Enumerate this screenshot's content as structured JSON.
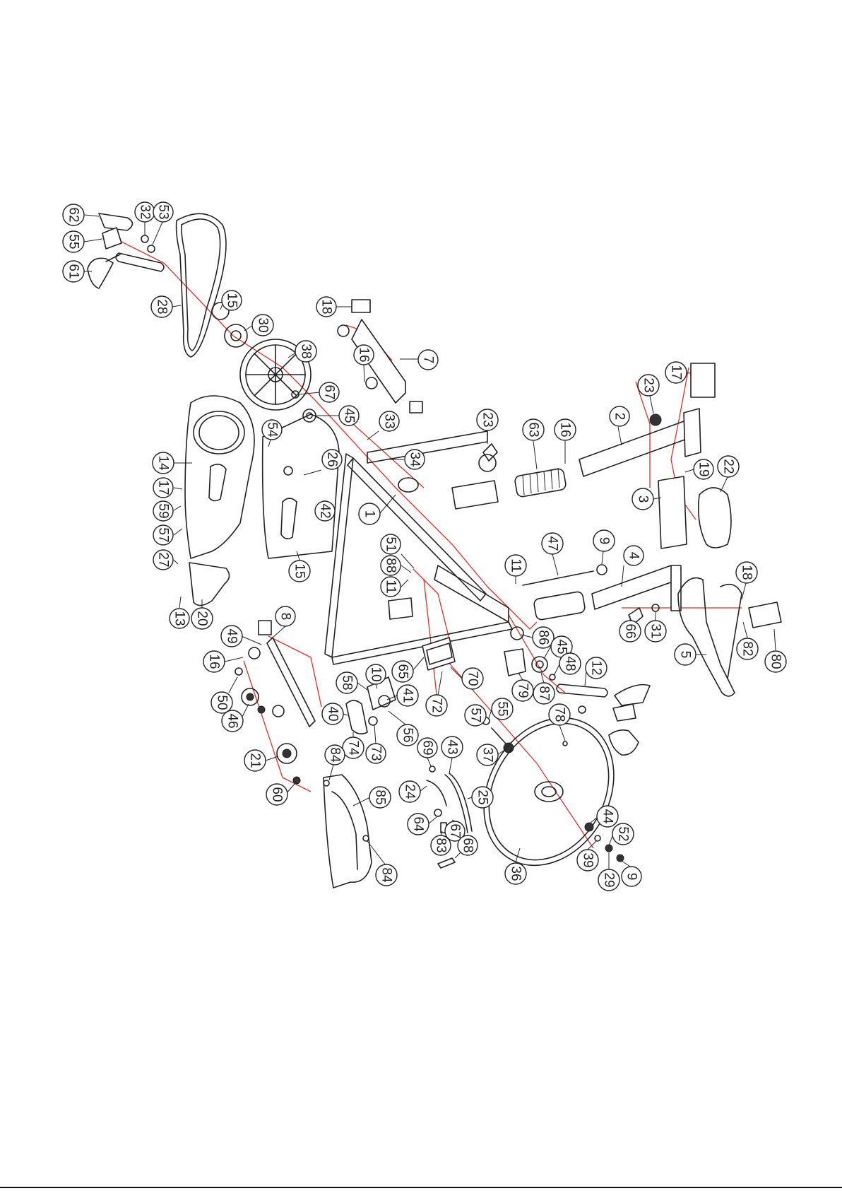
{
  "diagram": {
    "callouts": [
      {
        "label": "62"
      },
      {
        "label": "32"
      },
      {
        "label": "53"
      },
      {
        "label": "55"
      },
      {
        "label": "61"
      },
      {
        "label": "28"
      },
      {
        "label": "15"
      },
      {
        "label": "30"
      },
      {
        "label": "38"
      },
      {
        "label": "18"
      },
      {
        "label": "16"
      },
      {
        "label": "7"
      },
      {
        "label": "17"
      },
      {
        "label": "23"
      },
      {
        "label": "67"
      },
      {
        "label": "45"
      },
      {
        "label": "33"
      },
      {
        "label": "34"
      },
      {
        "label": "23"
      },
      {
        "label": "63"
      },
      {
        "label": "16"
      },
      {
        "label": "2"
      },
      {
        "label": "19"
      },
      {
        "label": "22"
      },
      {
        "label": "54"
      },
      {
        "label": "26"
      },
      {
        "label": "14"
      },
      {
        "label": "17"
      },
      {
        "label": "1"
      },
      {
        "label": "3"
      },
      {
        "label": "59"
      },
      {
        "label": "42"
      },
      {
        "label": "57"
      },
      {
        "label": "15"
      },
      {
        "label": "27"
      },
      {
        "label": "51"
      },
      {
        "label": "88"
      },
      {
        "label": "11"
      },
      {
        "label": "11"
      },
      {
        "label": "47"
      },
      {
        "label": "9"
      },
      {
        "label": "4"
      },
      {
        "label": "18"
      },
      {
        "label": "20"
      },
      {
        "label": "13"
      },
      {
        "label": "8"
      },
      {
        "label": "49"
      },
      {
        "label": "66"
      },
      {
        "label": "31"
      },
      {
        "label": "86"
      },
      {
        "label": "45"
      },
      {
        "label": "16"
      },
      {
        "label": "58"
      },
      {
        "label": "10"
      },
      {
        "label": "65"
      },
      {
        "label": "70"
      },
      {
        "label": "48"
      },
      {
        "label": "12"
      },
      {
        "label": "5"
      },
      {
        "label": "82"
      },
      {
        "label": "80"
      },
      {
        "label": "50"
      },
      {
        "label": "79"
      },
      {
        "label": "87"
      },
      {
        "label": "41"
      },
      {
        "label": "72"
      },
      {
        "label": "46"
      },
      {
        "label": "40"
      },
      {
        "label": "56"
      },
      {
        "label": "57"
      },
      {
        "label": "55"
      },
      {
        "label": "78"
      },
      {
        "label": "74"
      },
      {
        "label": "73"
      },
      {
        "label": "37"
      },
      {
        "label": "21"
      },
      {
        "label": "84"
      },
      {
        "label": "69"
      },
      {
        "label": "43"
      },
      {
        "label": "60"
      },
      {
        "label": "85"
      },
      {
        "label": "24"
      },
      {
        "label": "25"
      },
      {
        "label": "64"
      },
      {
        "label": "83"
      },
      {
        "label": "67"
      },
      {
        "label": "44"
      },
      {
        "label": "52"
      },
      {
        "label": "84"
      },
      {
        "label": "68"
      },
      {
        "label": "39"
      },
      {
        "label": "29"
      },
      {
        "label": "9"
      },
      {
        "label": "36"
      }
    ]
  }
}
